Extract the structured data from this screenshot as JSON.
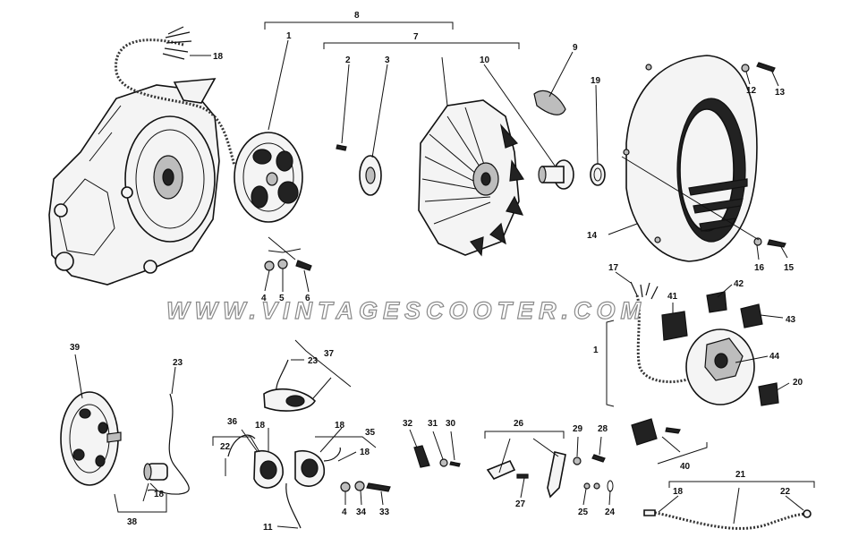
{
  "watermark": "WWW.VINTAGESCOOTER.COM",
  "callouts": {
    "c1a": "1",
    "c1b": "1",
    "c2": "2",
    "c3": "3",
    "c4a": "4",
    "c4b": "4",
    "c5": "5",
    "c6": "6",
    "c7": "7",
    "c8": "8",
    "c9": "9",
    "c10": "10",
    "c11": "11",
    "c12": "12",
    "c13": "13",
    "c14": "14",
    "c15": "15",
    "c16": "16",
    "c17": "17",
    "c18a": "18",
    "c18b": "18",
    "c18c": "18",
    "c18d": "18",
    "c18e": "18",
    "c19": "19",
    "c20": "20",
    "c21": "21",
    "c22a": "22",
    "c22b": "22",
    "c23a": "23",
    "c23b": "23",
    "c24": "24",
    "c25": "25",
    "c26": "26",
    "c27": "27",
    "c28": "28",
    "c29": "29",
    "c30": "30",
    "c31": "31",
    "c32": "32",
    "c33": "33",
    "c34": "34",
    "c35": "35",
    "c36": "36",
    "c37": "37",
    "c38": "38",
    "c39": "39",
    "c40": "40",
    "c41": "41",
    "c42": "42",
    "c43": "43",
    "c44": "44"
  }
}
